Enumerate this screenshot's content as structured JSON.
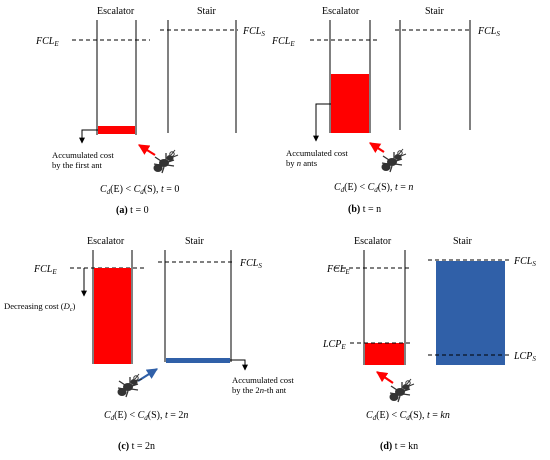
{
  "colors": {
    "red": "#ff0000",
    "blue": "#3060a8",
    "ant": "#333333"
  },
  "panels": {
    "a": {
      "escalator": "Escalator",
      "stair": "Stair",
      "fcl_e": "FCL",
      "fcl_e_sub": "E",
      "fcl_s": "FCL",
      "fcl_s_sub": "S",
      "note_line1": "Accumulated cost",
      "note_line2": "by the first ant",
      "cond_c": "C",
      "cond_sub": "d",
      "cond_mid": "(E) < ",
      "cond_end": "(S), ",
      "cond_t": "t",
      "cond_eq": " = 0",
      "caption_letter": "(a)",
      "caption_rest": " t = 0"
    },
    "b": {
      "escalator": "Escalator",
      "stair": "Stair",
      "fcl_e": "FCL",
      "fcl_e_sub": "E",
      "fcl_s": "FCL",
      "fcl_s_sub": "S",
      "note_line1": "Accumulated cost",
      "note_line2_pre": "by ",
      "note_line2_em": "n",
      "note_line2_post": " ants",
      "cond_c": "C",
      "cond_sub": "d",
      "cond_mid": "(E) < ",
      "cond_end": "(S), ",
      "cond_t": "t",
      "cond_eq": " = ",
      "cond_val": "n",
      "caption_letter": "(b)",
      "caption_rest": " t = n"
    },
    "c": {
      "escalator": "Escalator",
      "stair": "Stair",
      "fcl_e": "FCL",
      "fcl_e_sub": "E",
      "fcl_s": "FCL",
      "fcl_s_sub": "S",
      "dec_pre": "Decreasing cost (",
      "dec_d": "D",
      "dec_sub": "c",
      "dec_post": ")",
      "note_line1": "Accumulated cost",
      "note_line2_pre": "by the 2",
      "note_line2_em": "n",
      "note_line2_post": "-th ant",
      "cond_c": "C",
      "cond_sub": "d",
      "cond_mid": "(E) < ",
      "cond_end": "(S), ",
      "cond_t": "t",
      "cond_eq": " = 2",
      "cond_val": "n",
      "caption_letter": "(c)",
      "caption_rest": " t = 2n"
    },
    "d": {
      "escalator": "Escalator",
      "stair": "Stair",
      "fcl_e": "FCL",
      "fcl_e_sub": "E",
      "fcl_s": "FCL",
      "fcl_s_sub": "S",
      "lcp_e": "LCP",
      "lcp_e_sub": "E",
      "lcp_s": "LCP",
      "lcp_s_sub": "S",
      "cond_c": "C",
      "cond_sub": "d",
      "cond_mid": "(E) < ",
      "cond_end": "(S), ",
      "cond_t": "t",
      "cond_eq": " = ",
      "cond_val": "kn",
      "caption_letter": "(d)",
      "caption_rest": " t = kn"
    }
  }
}
